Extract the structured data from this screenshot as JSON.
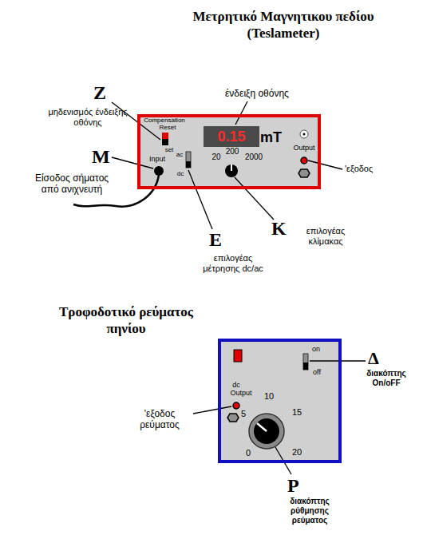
{
  "diagram": {
    "nodes": [
      {
        "text": [
          "Μετρητικό Μαγνητικου πεδίου (Teslameter)",
          "Compensation",
          "Reset",
          "set",
          "Input",
          "ac",
          "dc",
          "mT",
          "20",
          "200",
          "2000",
          "Output"
        ]
      },
      {
        "text": [
          "0.15"
        ],
        "in": 0
      },
      {
        "text": [
          "Τροφοδοτικό ρεύματος πηνίου",
          "on",
          "off",
          "dc",
          "Output",
          "0",
          "5",
          "10",
          "15",
          "20"
        ]
      }
    ],
    "labels": [
      "Z",
      "μηδενισμός ένδειξης οθόνης",
      "ένδειξη οθόνης",
      "M",
      "Είσοδος σήματος από ανιχνευτή",
      "E",
      "επιλογέας μέτρησης dc/ac",
      "K",
      "επιλογέας κλίμακας",
      "'εξοδος",
      "Δ",
      "διακόπτης On/oFF",
      "'εξοδος ρεύματος",
      "P",
      "διακόπτης ρύθμησης ρεύματος"
    ]
  }
}
